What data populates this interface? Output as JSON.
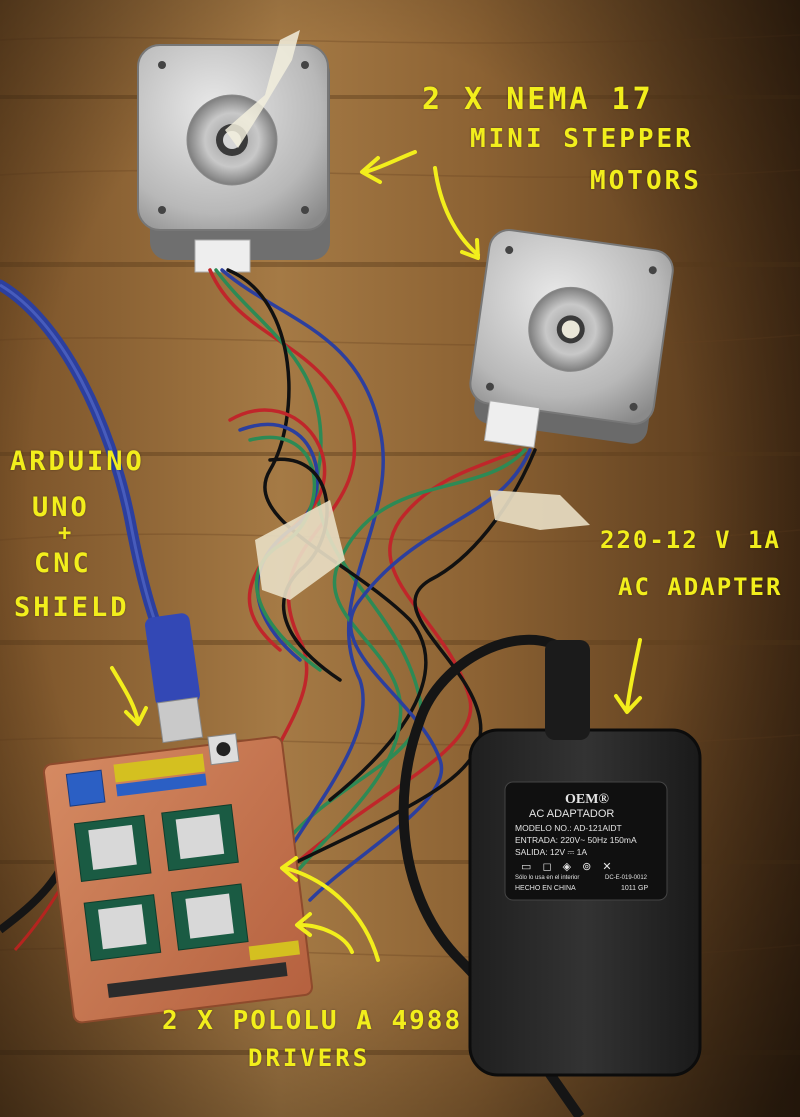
{
  "colors": {
    "wood_light": "#a57a45",
    "wood_dark": "#5a3a1a",
    "annotation": "#f2ee1c",
    "pcb": "#c97a55",
    "adapter": "#2a2a2a"
  },
  "annotations": {
    "motors_line1": "2 x NEMA 17",
    "motors_line2": "MINI STEPPER",
    "motors_line3": "MOTORS",
    "arduino_line1": "ARDUINO",
    "arduino_line2": "UNO",
    "arduino_line3": "+",
    "arduino_line4": "CNC",
    "arduino_line5": "SHIELD",
    "adapter_line1": "220-12 V 1A",
    "adapter_line2": "AC ADAPTER",
    "drivers_line1": "2 x POLOLU A 4988",
    "drivers_line2": "DRIVERS"
  },
  "adapter_label": {
    "brand": "OEM®",
    "type": "AC ADAPTADOR",
    "model": "MODELO NO.: AD-121AIDT",
    "input": "ENTRADA: 220V~ 50Hz 150mA",
    "output": "SALIDA: 12V ⎓ 1A",
    "indoor": "Sólo lo usa en el interior",
    "origin": "HECHO EN CHINA",
    "code": "DC-E-019-0012",
    "lot": "1011 GP"
  }
}
